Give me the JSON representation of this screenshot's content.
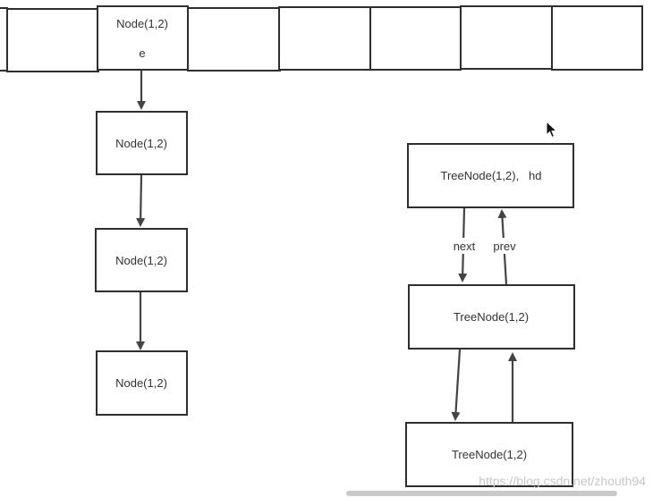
{
  "array": {
    "slot_1": {
      "title": "Node(1,2)",
      "sub": "e"
    }
  },
  "list": {
    "node_1": "Node(1,2)",
    "node_2": "Node(1,2)",
    "node_3": "Node(1,2)"
  },
  "tree": {
    "head": "TreeNode(1,2),   hd",
    "node_2": "TreeNode(1,2)",
    "node_3": "TreeNode(1,2)",
    "next_label": "next",
    "prev_label": "prev"
  },
  "watermark": "https://blog.csdn.net/zhouth94",
  "icons": {
    "cursor": "mouse-pointer-icon"
  }
}
